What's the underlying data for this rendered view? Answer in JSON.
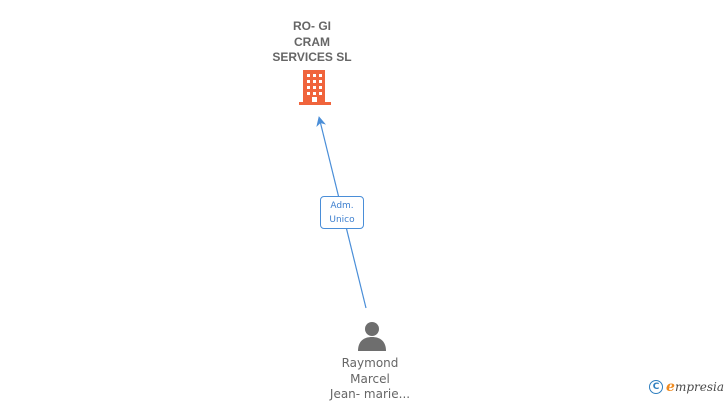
{
  "company": {
    "name_lines": [
      "RO- GI",
      "CRAM",
      "SERVICES SL"
    ],
    "icon": "building-icon",
    "icon_color": "#f0643c"
  },
  "relation": {
    "label_lines": [
      "Adm.",
      "Unico"
    ],
    "line_color": "#4a8ed8"
  },
  "person": {
    "name_lines": [
      "Raymond",
      "Marcel",
      "Jean- marie..."
    ],
    "icon": "person-icon",
    "icon_color": "#6e6e6e"
  },
  "brand": {
    "copyright_symbol": "C",
    "first_letter": "e",
    "rest": "mpresia",
    "accent_color": "#f08a1e"
  }
}
